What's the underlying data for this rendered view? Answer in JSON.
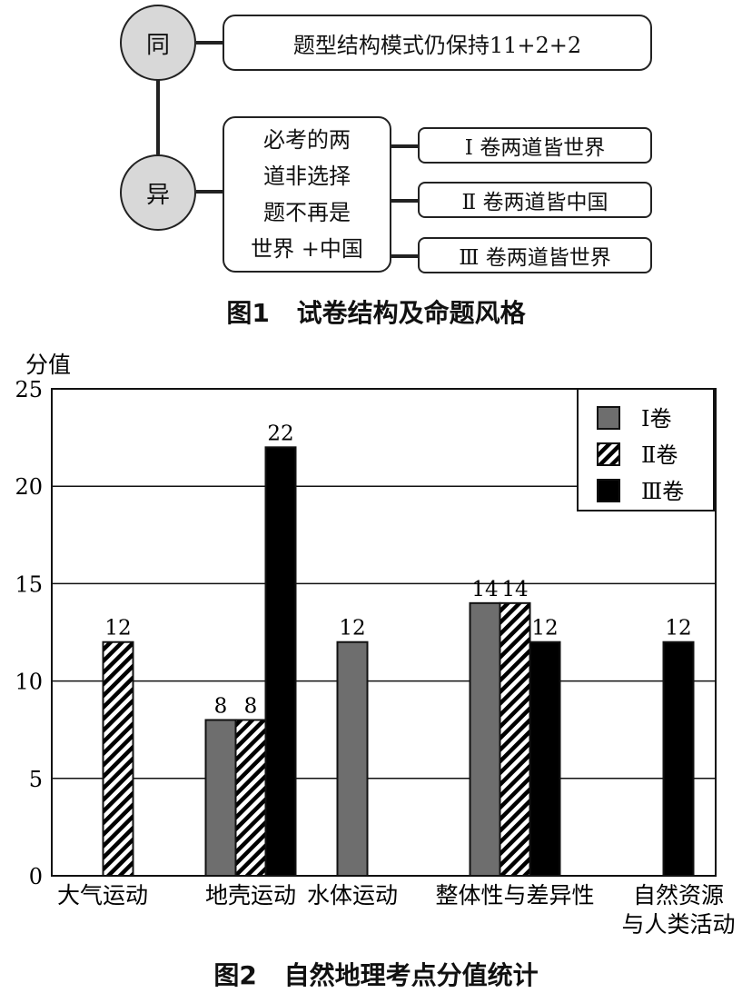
{
  "figure1": {
    "same_label": "同",
    "diff_label": "异",
    "same_text": "题型结构模式仍保持11+2+2",
    "diff_lines": [
      "必考的两",
      "道非选择",
      "题不再是",
      "世界 +中国"
    ],
    "volumes": [
      "Ⅰ 卷两道皆世界",
      "Ⅱ 卷两道皆中国",
      "Ⅲ 卷两道皆世界"
    ],
    "caption_num": "图1",
    "caption_title": "试卷结构及命题风格"
  },
  "figure2": {
    "caption_num": "图2",
    "caption_title": "自然地理考点分值统计"
  },
  "chart_data": {
    "type": "bar",
    "ylabel": "分值",
    "ylim": [
      0,
      25
    ],
    "yticks": [
      0,
      5,
      10,
      15,
      20,
      25
    ],
    "grid": true,
    "legend_position": "top-right",
    "categories": [
      [
        "大气运动"
      ],
      [
        "地壳运动"
      ],
      [
        "水体运动"
      ],
      [
        "整体性与差异性"
      ],
      [
        "自然资源",
        "与人类活动"
      ]
    ],
    "series": [
      {
        "name": "Ⅰ卷",
        "style": "gray",
        "color": "#6e6e6e",
        "values": [
          null,
          8,
          12,
          14,
          null
        ]
      },
      {
        "name": "Ⅱ卷",
        "style": "hatched",
        "color": "#000000",
        "values": [
          12,
          8,
          null,
          14,
          null
        ]
      },
      {
        "name": "Ⅲ卷",
        "style": "black",
        "color": "#000000",
        "values": [
          null,
          22,
          null,
          12,
          12
        ]
      }
    ]
  }
}
